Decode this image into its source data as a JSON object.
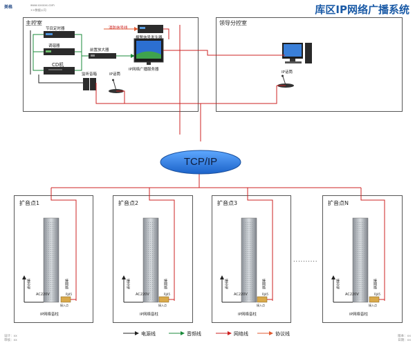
{
  "header": {
    "logo_text": "美格",
    "logo_url": "www.xxxxxx.com",
    "company": "××数据公司",
    "title": "库区IP网络广播系统"
  },
  "main_room": {
    "label": "主控室",
    "timer_label": "节目定时器",
    "tuner_label": "调谐器",
    "cd_label": "CD机",
    "amp_label": "前置放大器",
    "monitor_label": "监听音箱",
    "intercom_label": "IP话筒",
    "server_label": "IP网络广播服务器",
    "fire_signal_label": "消防信号线",
    "alarm_label": "报警信号发生器"
  },
  "sub_room": {
    "label": "领导分控室",
    "intercom_label": "IP话筒"
  },
  "network": {
    "label": "TCP/IP"
  },
  "zones": [
    {
      "label": "扩音点1",
      "power_label": "接市电",
      "net_label": "接网络",
      "ac_label": "AC220V",
      "box_label": "接入点",
      "rj45": "RJ45",
      "speaker_label": "IP网络音柱"
    },
    {
      "label": "扩音点2",
      "power_label": "接市电",
      "net_label": "接网络",
      "ac_label": "AC220V",
      "box_label": "接入点",
      "rj45": "RJ45",
      "speaker_label": "IP网络音柱"
    },
    {
      "label": "扩音点3",
      "power_label": "接市电",
      "net_label": "接网络",
      "ac_label": "AC220V",
      "box_label": "接入点",
      "rj45": "RJ45",
      "speaker_label": "IP网络音柱"
    },
    {
      "label": "扩音点N",
      "power_label": "接市电",
      "net_label": "接网络",
      "ac_label": "AC220V",
      "box_label": "接入点",
      "rj45": "RJ45",
      "speaker_label": "IP网络音柱"
    }
  ],
  "ellipsis": "..........",
  "legend": [
    {
      "label": "电源线",
      "color": "#222222"
    },
    {
      "label": "音频线",
      "color": "#1a8a3a"
    },
    {
      "label": "网络线",
      "color": "#cc2020"
    },
    {
      "label": "协议线",
      "color": "#e25a30"
    }
  ],
  "footer": {
    "left_line1": "设计：xx",
    "left_line2": "审核：xx",
    "right_line1": "版本：xx",
    "right_line2": "日期：xx"
  },
  "colors": {
    "accent": "#1a5aa6",
    "network_line": "#cc2020",
    "audio_line": "#1a8a3a",
    "cloud_fill": "#2f7fe0"
  }
}
